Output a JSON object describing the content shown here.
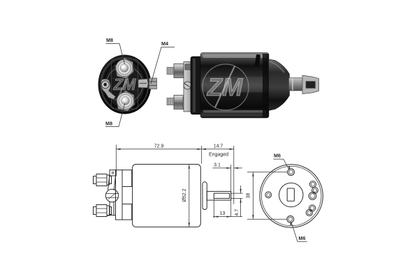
{
  "figure": {
    "description": "starter solenoid product photos with technical dimension drawings",
    "background": "#ffffff"
  },
  "photos": {
    "end_view": {
      "watermark": "ZM",
      "labels": {
        "top_terminal": "M8",
        "side_terminal": "M4",
        "bottom_terminal": "M8"
      }
    },
    "side_view": {
      "watermark": "ZM"
    }
  },
  "drawings": {
    "side_view": {
      "dimensions": {
        "overall_length": "72.9",
        "plunger_extension": "14.7",
        "plunger_state_note": "Engaged",
        "pre_travel": "3.1",
        "body_diameter": "Ø52.2",
        "slot_length": "13",
        "slot_width": "4.7"
      }
    },
    "front_view": {
      "dimensions": {
        "mounting_hole_spacing": "38"
      },
      "labels": {
        "top_hole": "M6",
        "bottom_hole": "M6"
      }
    }
  },
  "colors": {
    "background": "#ffffff",
    "line_art": "#2e2e2e",
    "photo_dark": "#0d0d0d",
    "metal_light": "#c9c9c9",
    "watermark": "#bdbdbd"
  }
}
